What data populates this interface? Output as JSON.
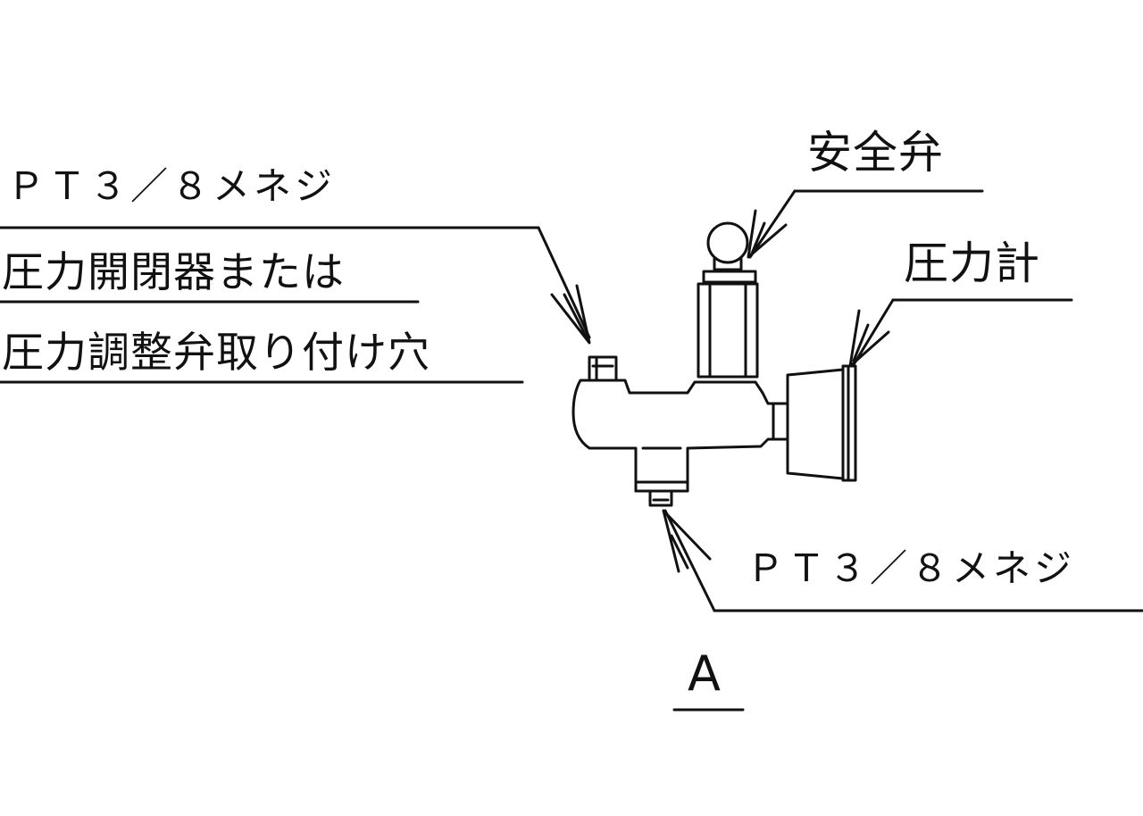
{
  "drawing": {
    "labels": {
      "pt_thread_top": "ＰＴ３／８メネジ",
      "mount_hole_line1": "圧力開閉器または",
      "mount_hole_line2": "圧力調整弁取り付け穴",
      "safety_valve": "安全弁",
      "pressure_gauge": "圧力計",
      "pt_thread_bottom": "ＰＴ３／８メネジ",
      "view_label": "A"
    },
    "line_color": "#111111",
    "background": "#ffffff"
  }
}
